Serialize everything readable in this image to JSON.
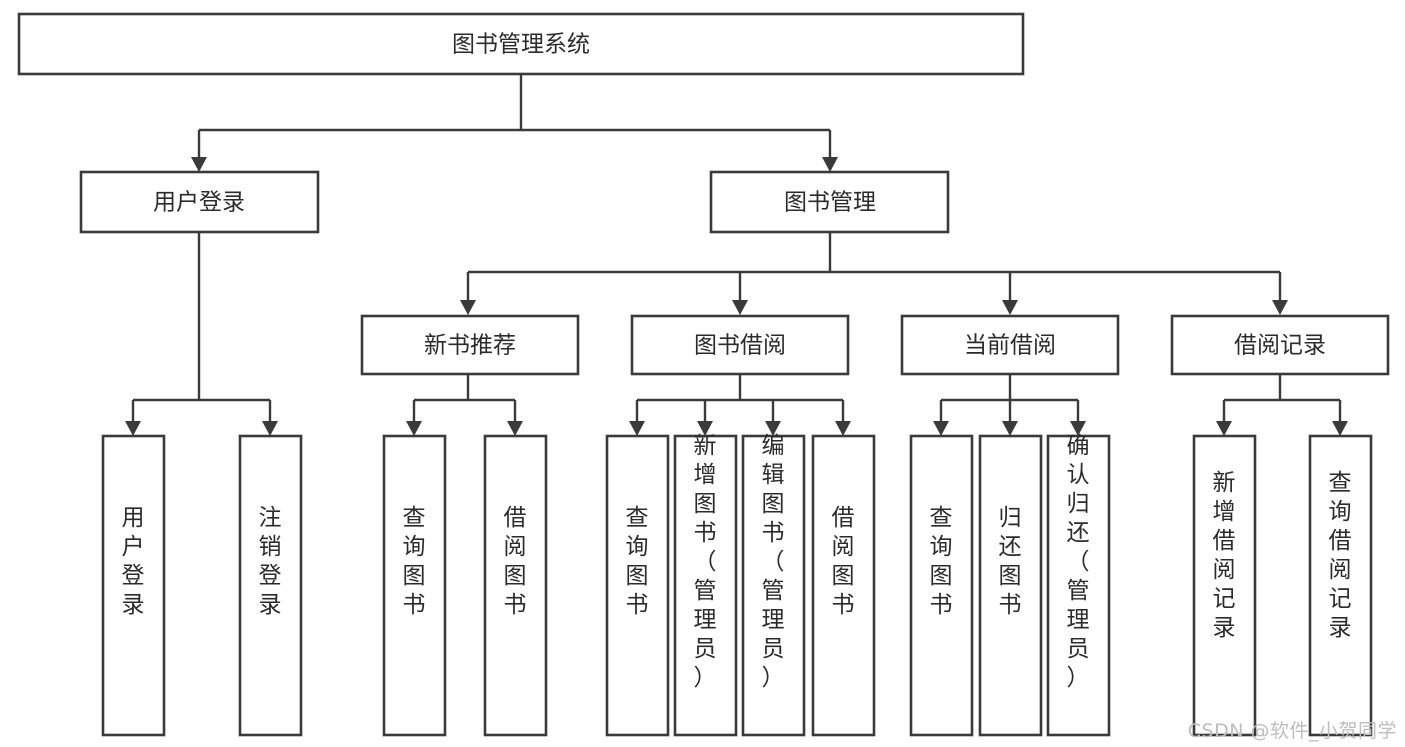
{
  "diagram": {
    "type": "tree-hierarchy",
    "title": "图书管理系统",
    "orientation": "top-down",
    "colors": {
      "box_fill": "#ffffff",
      "box_stroke": "#3a3a3a",
      "text": "#2b2b2b",
      "connector": "#3a3a3a",
      "background": "#ffffff",
      "watermark": "#bdbdbd"
    },
    "levels": {
      "root": {
        "label": "图书管理系统"
      },
      "level2": [
        {
          "label": "用户登录"
        },
        {
          "label": "图书管理"
        }
      ],
      "level3": [
        {
          "label": "新书推荐"
        },
        {
          "label": "图书借阅"
        },
        {
          "label": "当前借阅"
        },
        {
          "label": "借阅记录"
        }
      ]
    },
    "leaves": {
      "user_login": [
        {
          "label": "用户登录"
        },
        {
          "label": "注销登录"
        }
      ],
      "new_book_recommend": [
        {
          "label": "查询图书"
        },
        {
          "label": "借阅图书"
        }
      ],
      "book_borrow": [
        {
          "label": "查询图书"
        },
        {
          "label": "新增图书（管理员）"
        },
        {
          "label": "编辑图书（管理员）"
        },
        {
          "label": "借阅图书"
        }
      ],
      "current_borrow": [
        {
          "label": "查询图书"
        },
        {
          "label": "归还图书"
        },
        {
          "label": "确认归还（管理员）"
        }
      ],
      "borrow_record": [
        {
          "label": "新增借阅记录"
        },
        {
          "label": "查询借阅记录"
        }
      ]
    }
  },
  "watermark": {
    "text": "CSDN @软件_小贺同学"
  }
}
